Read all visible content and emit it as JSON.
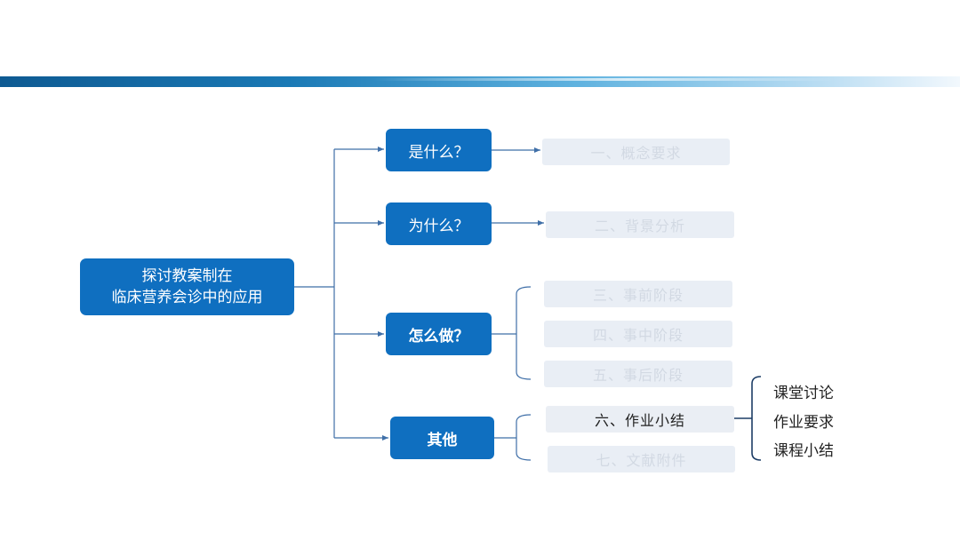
{
  "root": {
    "line1": "探讨教案制在",
    "line2": "临床营养会诊中的应用"
  },
  "branches": [
    {
      "label": "是什么？"
    },
    {
      "label": "为什么？"
    },
    {
      "label": "怎么做？"
    },
    {
      "label": "其他"
    }
  ],
  "leaves": [
    {
      "label": "一、概念要求"
    },
    {
      "label": "二、背景分析"
    },
    {
      "label": "三、事前阶段"
    },
    {
      "label": "四、事中阶段"
    },
    {
      "label": "五、事后阶段"
    },
    {
      "label": "六、作业小结"
    },
    {
      "label": "七、文献附件"
    }
  ],
  "sub_items": [
    {
      "label": "课堂讨论"
    },
    {
      "label": "作业要求"
    },
    {
      "label": "课程小结"
    }
  ],
  "colors": {
    "node_fill": "#0f6fc0",
    "connector": "#3f6fa8",
    "leaf_fill": "#e9eef5",
    "leaf_text_faded": "#d2d9e3",
    "leaf_text_active": "#222222",
    "sub_bracket": "#1d3d66"
  }
}
